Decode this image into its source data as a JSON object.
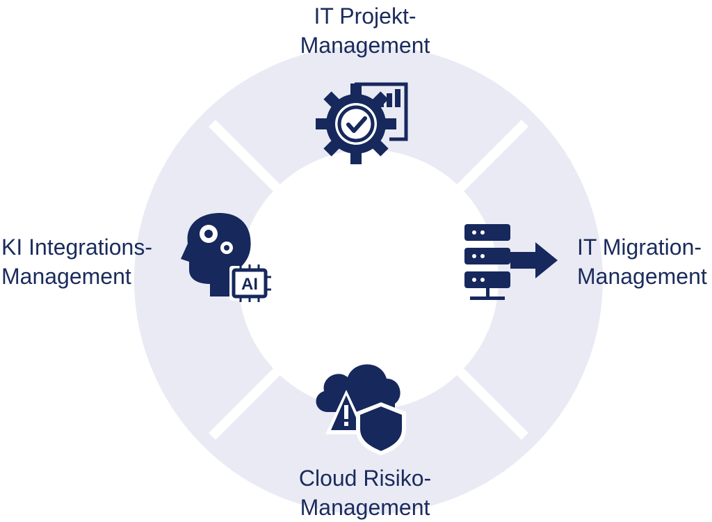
{
  "colors": {
    "ring": "#e9eaf4",
    "icon": "#16285c",
    "text": "#1a2b5c",
    "background": "#ffffff"
  },
  "nodes": [
    {
      "id": "top",
      "line1": "IT Projekt-",
      "line2": "Management",
      "icon": "gear-checkmark-chart-icon"
    },
    {
      "id": "right",
      "line1": "IT Migration-",
      "line2": "Management",
      "icon": "server-arrow-icon"
    },
    {
      "id": "bottom",
      "line1": "Cloud Risiko-",
      "line2": "Management",
      "icon": "cloud-warning-shield-icon"
    },
    {
      "id": "left",
      "line1": "KI Integrations-",
      "line2": "Management",
      "icon": "head-gears-ai-chip-icon"
    }
  ],
  "ai_chip_text": "AI"
}
